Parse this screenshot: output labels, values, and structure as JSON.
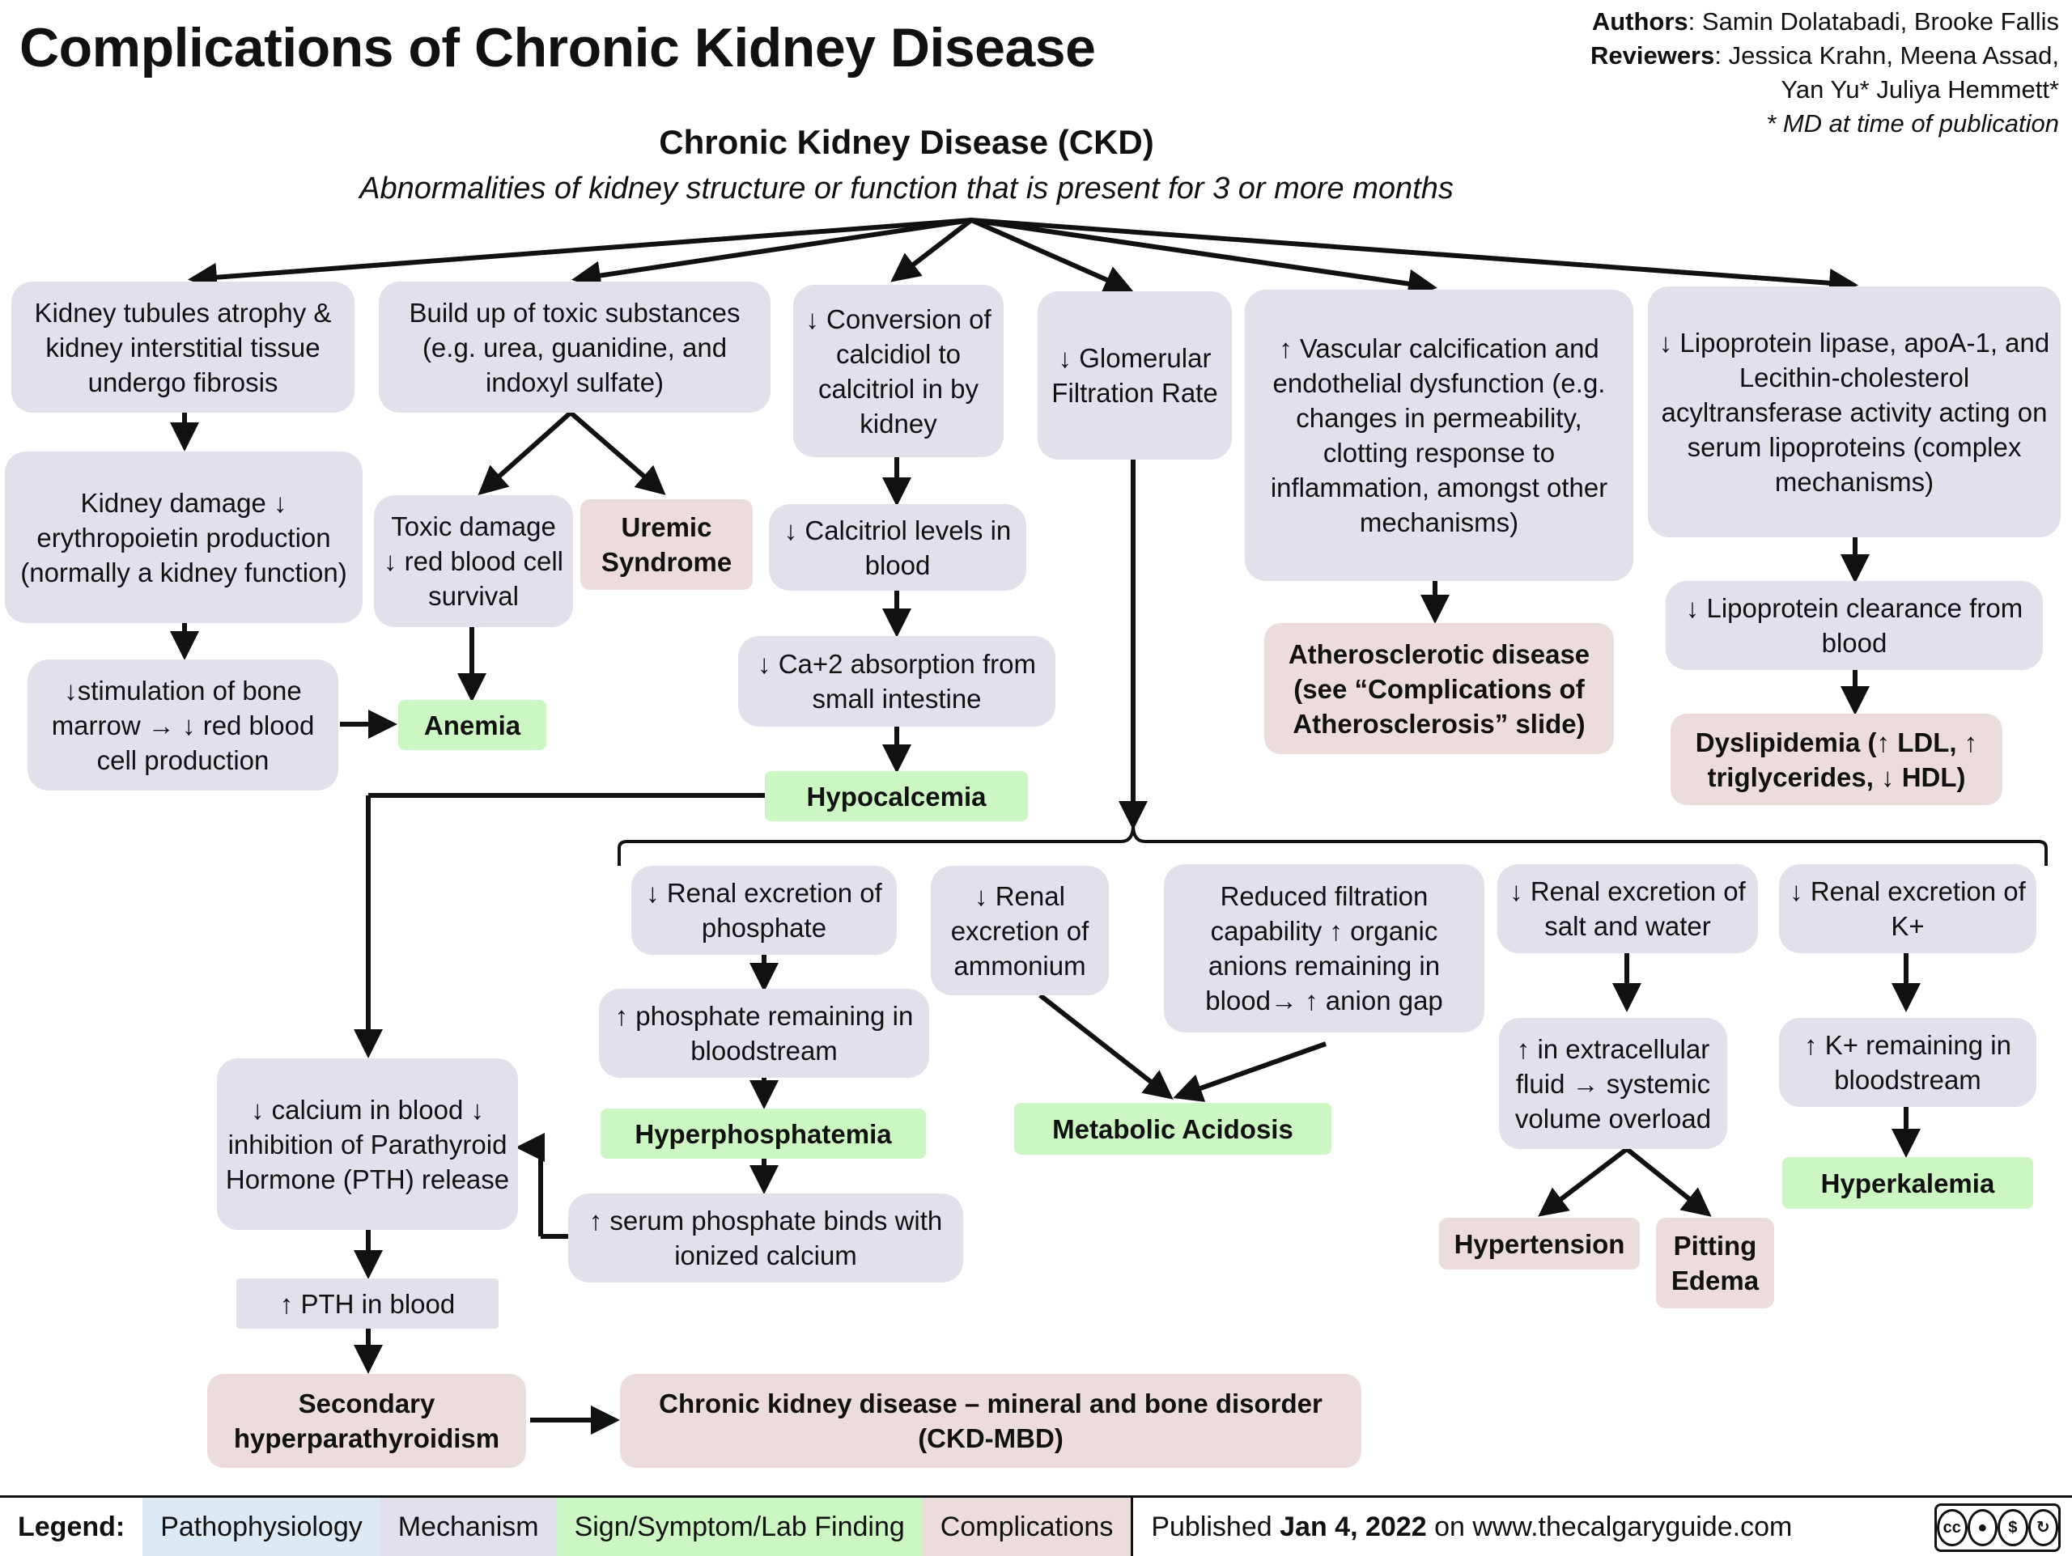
{
  "title": "Complications of Chronic Kidney Disease",
  "authors": {
    "authors_label": "Authors",
    "authors_names": "Samin Dolatabadi, Brooke Fallis",
    "reviewers_label": "Reviewers",
    "reviewers_names_1": "Jessica Krahn, Meena Assad,",
    "reviewers_names_2": "Yan Yu* Juliya Hemmett*",
    "note": "* MD at time of publication"
  },
  "ckd": {
    "title": "Chronic Kidney Disease (CKD)",
    "definition": "Abnormalities of kidney structure or function that is present for 3 or more months"
  },
  "nodes": {
    "tubules": "Kidney tubules atrophy & kidney interstitial tissue undergo fibrosis",
    "epo": "Kidney damage ↓ erythropoietin production (normally a kidney function)",
    "marrow": "↓stimulation of bone marrow → ↓ red blood cell production",
    "toxic_buildup": "Build up of toxic substances (e.g. urea, guanidine, and indoxyl sulfate)",
    "toxic_damage": "Toxic damage ↓ red blood cell survival",
    "uremic": "Uremic Syndrome",
    "anemia": "Anemia",
    "calcidiol": "↓ Conversion of calcidiol to calcitriol in by kidney",
    "calcitriol": "↓ Calcitriol levels in blood",
    "ca_absorption": "↓ Ca+2 absorption from small intestine",
    "hypocalcemia": "Hypocalcemia",
    "gfr": "↓ Glomerular Filtration Rate",
    "vascular": "↑ Vascular calcification and endothelial dysfunction (e.g. changes in permeability, clotting response to inflammation, amongst other mechanisms)",
    "athero": "Atherosclerotic disease (see “Complications of Atherosclerosis” slide)",
    "lipoprotein": "↓ Lipoprotein lipase, apoA-1, and Lecithin-cholesterol acyltransferase activity acting on serum lipoproteins (complex mechanisms)",
    "clearance": "↓ Lipoprotein clearance from blood",
    "dyslipidemia": "Dyslipidemia (↑ LDL, ↑ triglycerides, ↓ HDL)",
    "phosphate_excretion": "↓ Renal excretion of phosphate",
    "phosphate_remaining": "↑ phosphate remaining in bloodstream",
    "hyperphosphatemia": "Hyperphosphatemia",
    "phosphate_binds": "↑ serum phosphate binds with ionized calcium",
    "ammonium": "↓ Renal excretion of ammonium",
    "anion_gap": "Reduced filtration capability ↑ organic anions remaining in blood→ ↑ anion gap",
    "acidosis": "Metabolic Acidosis",
    "salt_water": "↓ Renal excretion of salt and water",
    "ecf": "↑ in extracellular fluid → systemic volume overload",
    "hypertension": "Hypertension",
    "edema": "Pitting Edema",
    "k_excretion": "↓ Renal excretion of K+",
    "k_remaining": "↑ K+ remaining in bloodstream",
    "hyperkalemia": "Hyperkalemia",
    "calcium_blood": "↓ calcium in blood ↓ inhibition of Parathyroid Hormone (PTH) release",
    "pth": "↑ PTH in blood",
    "secondary_hpt": "Secondary hyperparathyroidism",
    "ckd_mbd": "Chronic kidney disease – mineral and bone disorder (CKD-MBD)"
  },
  "legend": {
    "label": "Legend:",
    "pathophysiology": "Pathophysiology",
    "mechanism": "Mechanism",
    "sign": "Sign/Symptom/Lab Finding",
    "complications": "Complications",
    "published_prefix": "Published",
    "published_date": "Jan 4, 2022",
    "published_suffix": "on www.thecalgaryguide.com"
  },
  "colors": {
    "pathophysiology": "#dde9f3",
    "mechanism": "#e3e0ec",
    "sign": "#ccf7c2",
    "complications": "#ecdcdc"
  }
}
